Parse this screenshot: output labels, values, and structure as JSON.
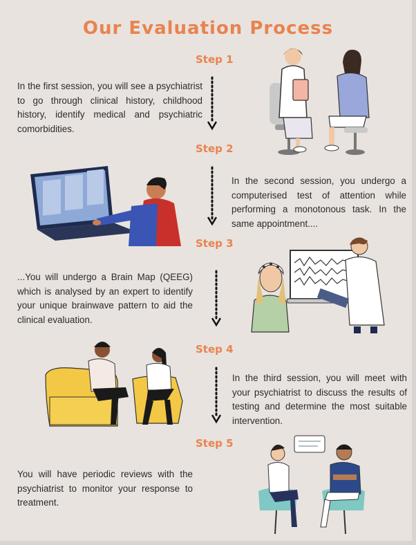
{
  "title": "Our Evaluation Process",
  "steps": [
    {
      "label": "Step 1",
      "text": "In the first session, you will see a psychiatrist to go through clinical history, childhood history, identify medical and psychiatric comorbidities."
    },
    {
      "label": "Step 2",
      "text": "In the second session, you undergo a computerised test of attention while performing a monotonous task. In the same appointment...."
    },
    {
      "label": "Step 3",
      "text": "...You will undergo a Brain Map (QEEG) which is analysed by an expert to identify   your unique brainwave pattern to aid the clinical evaluation."
    },
    {
      "label": "Step 4",
      "text": "In the third session, you will meet with your psychiatrist to discuss the results of testing and determine the most suitable intervention."
    },
    {
      "label": "Step 5",
      "text": "You will have periodic reviews with the psychiatrist to monitor your response to treatment."
    }
  ],
  "colors": {
    "accent": "#e9834f",
    "background": "#e8e3df",
    "text": "#2b2b2b"
  }
}
